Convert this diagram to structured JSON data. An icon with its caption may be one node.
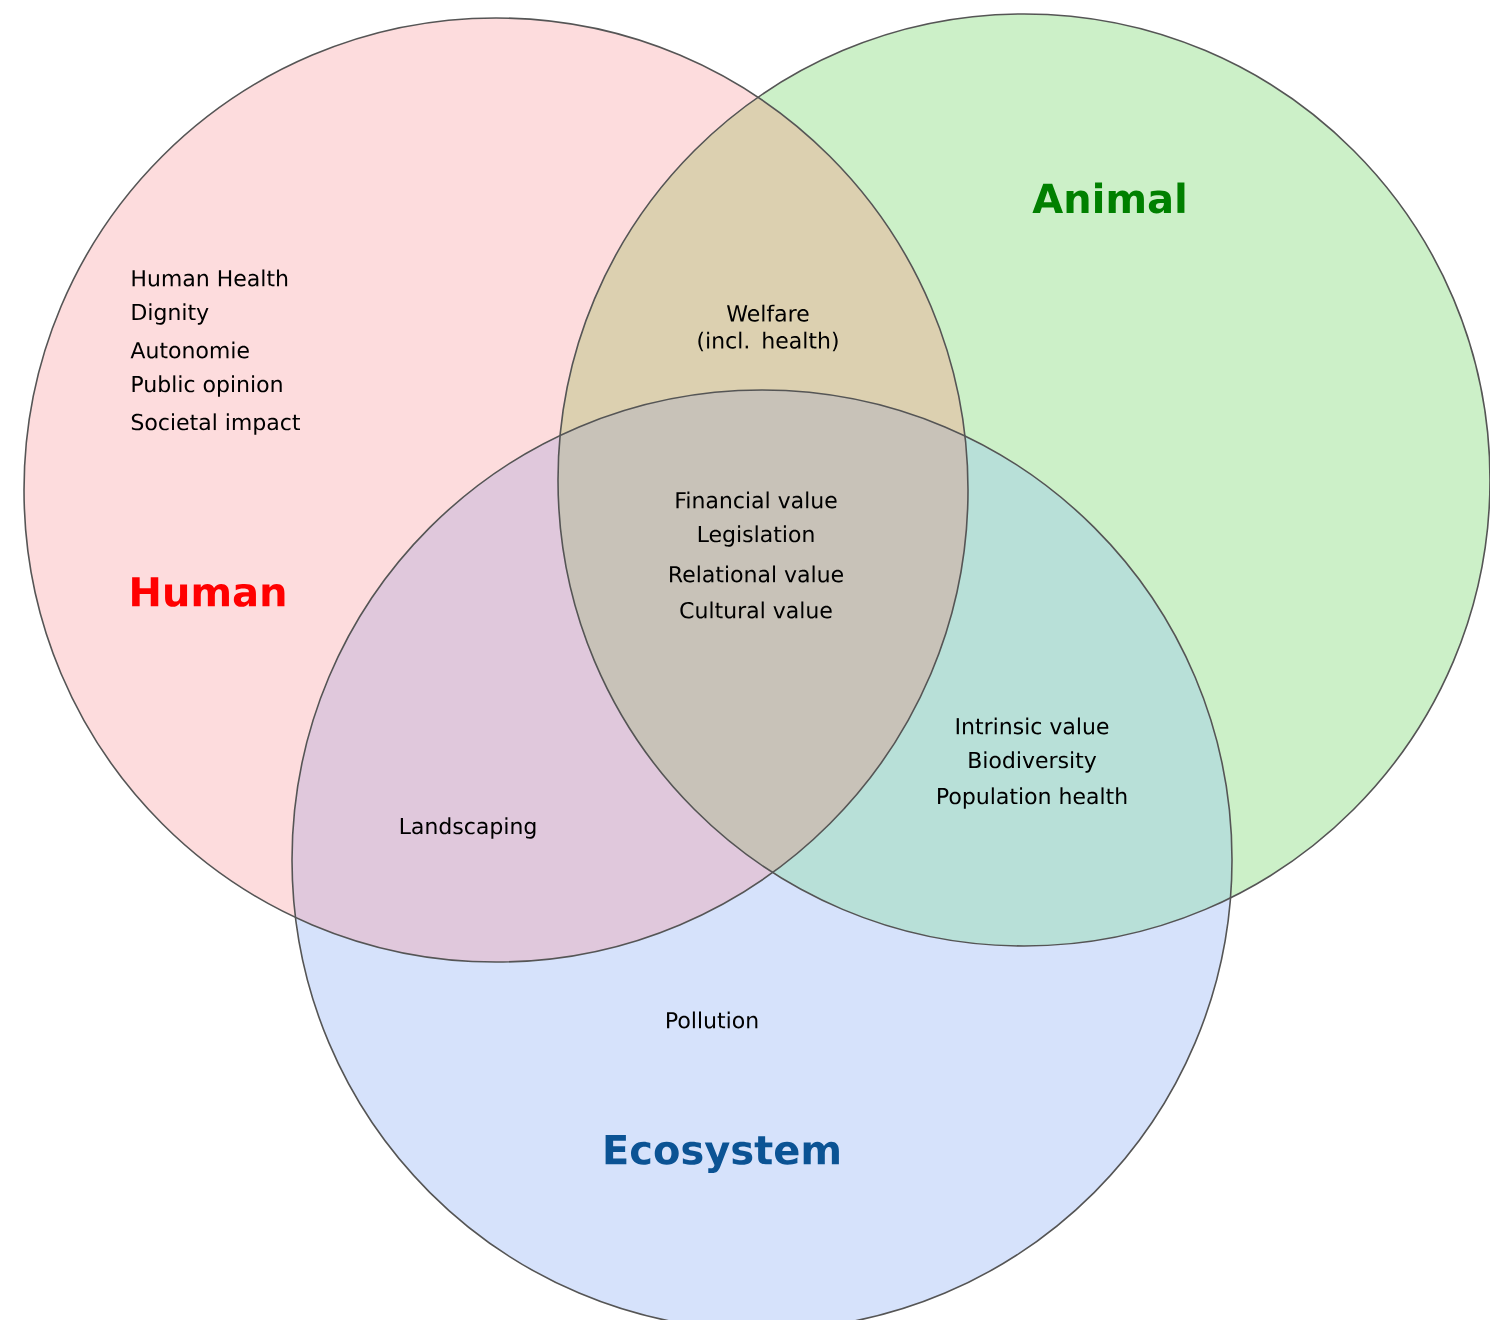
{
  "diagram": {
    "nodes": [
      {
        "text": [
          "Human"
        ]
      },
      {
        "text": [
          "Animal"
        ]
      },
      {
        "text": [
          "Ecosystem"
        ]
      }
    ],
    "labels": [
      "Human Health",
      "Dignity",
      "Autonomie",
      "Public opinion",
      "Societal impact",
      "Welfare (incl. health)",
      "Financial value",
      "Legislation",
      "Relational value",
      "Cultural value",
      "Intrinsic value",
      "Biodiversity",
      "Population health",
      "Landscaping",
      "Pollution"
    ]
  }
}
